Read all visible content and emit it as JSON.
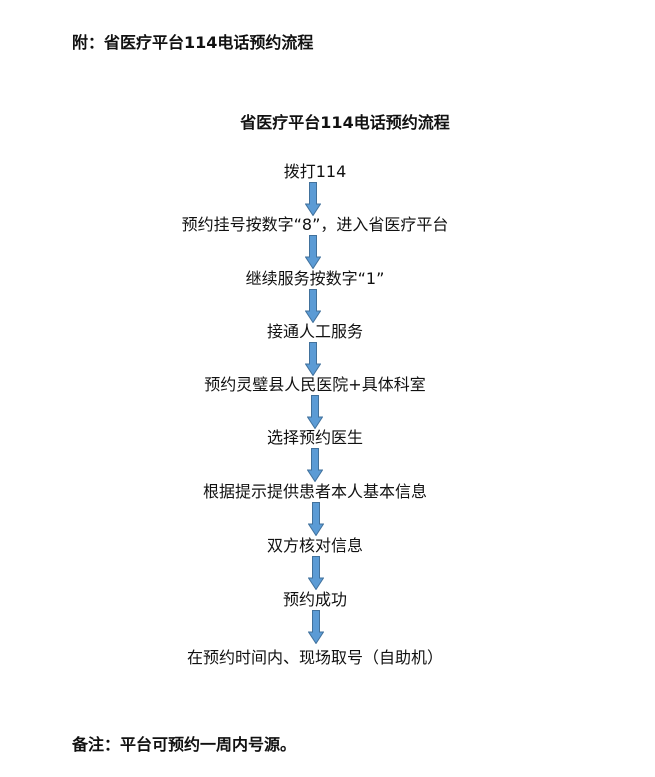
{
  "header": "附：省医疗平台114电话预约流程",
  "title": "省医疗平台114电话预约流程",
  "steps": [
    "拨打114",
    "预约挂号按数字“8”，进入省医疗平台",
    "继续服务按数字“1”",
    "接通人工服务",
    "预约灵璧县人民医院+具体科室",
    "选择预约医生",
    "根据提示提供患者本人基本信息",
    "双方核对信息",
    "预约成功",
    "在预约时间内、现场取号（自助机）"
  ],
  "note": "备注：平台可预约一周内号源。",
  "colors": {
    "arrow_fill": "#5b9bd5",
    "arrow_stroke": "#41719c"
  }
}
